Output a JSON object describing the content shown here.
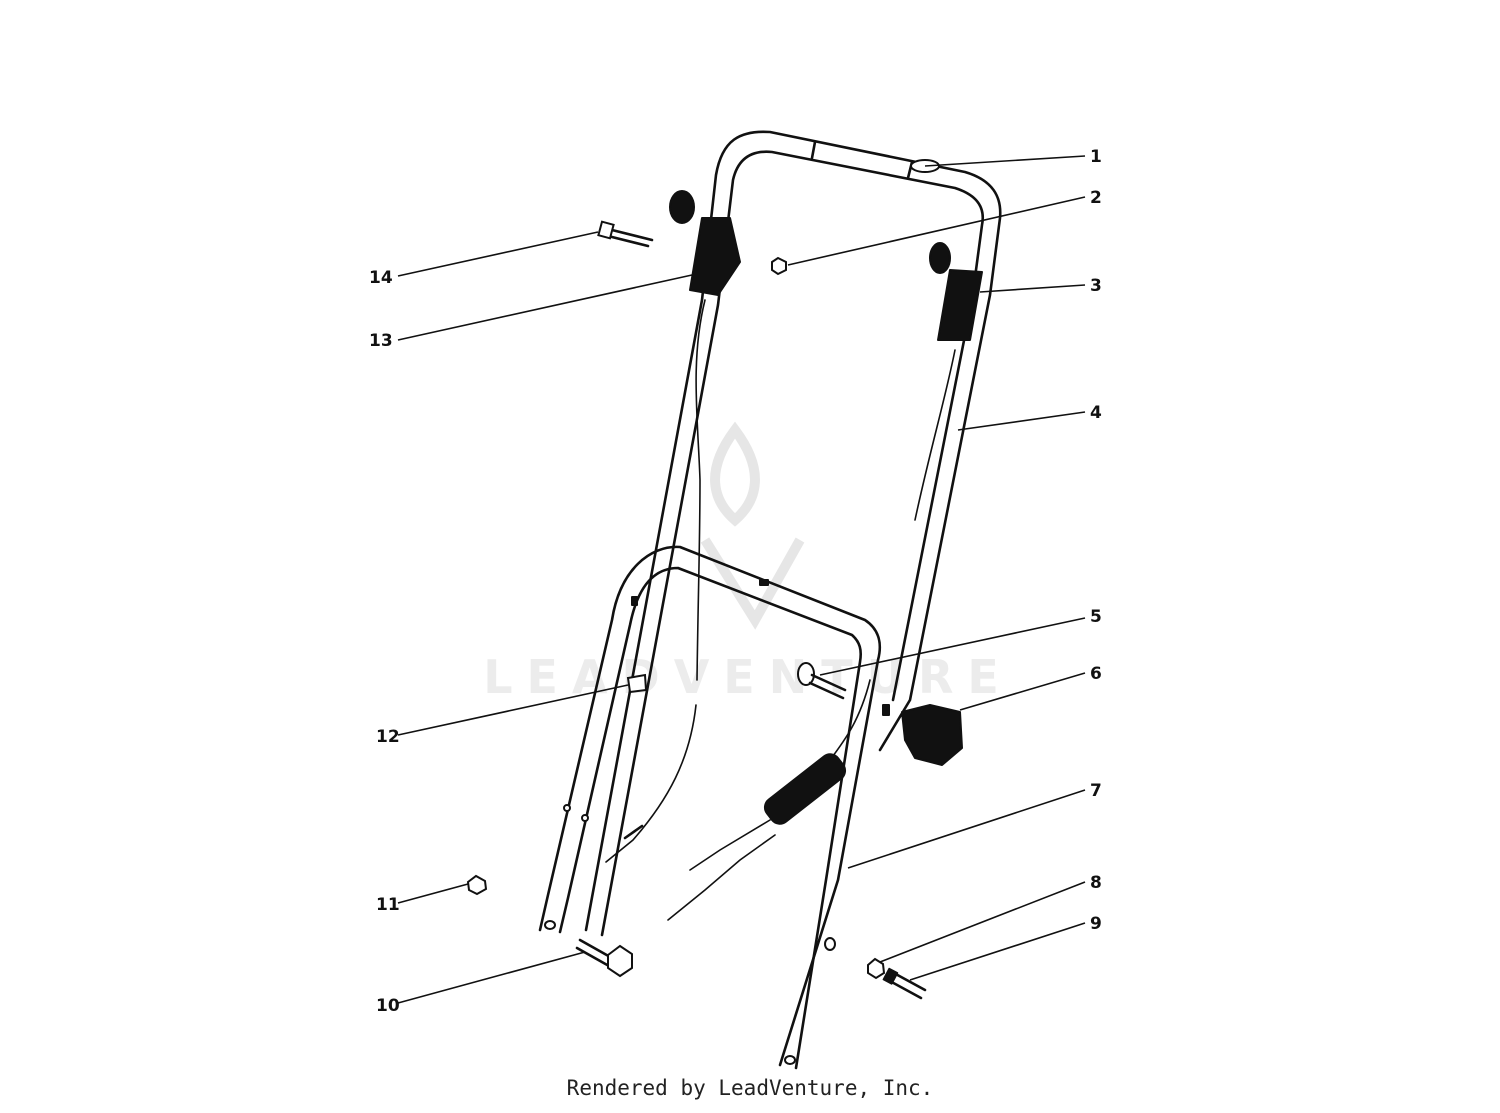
{
  "watermark": {
    "text": "LEADVENTURE"
  },
  "parts": [
    "1",
    "2",
    "3",
    "4",
    "5",
    "6",
    "7",
    "8",
    "9",
    "10",
    "11",
    "12",
    "13",
    "14"
  ],
  "footer": {
    "text": "Rendered by LeadVenture, Inc."
  }
}
